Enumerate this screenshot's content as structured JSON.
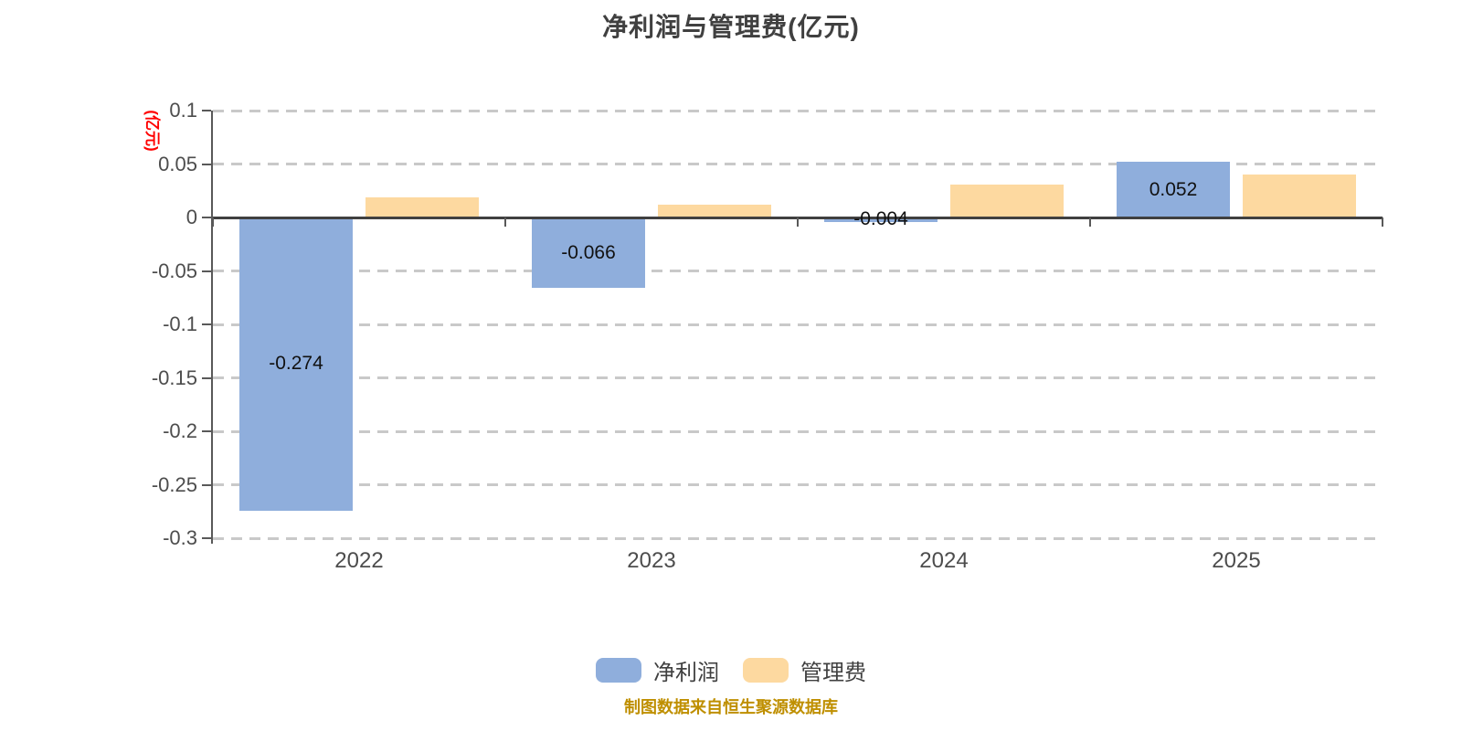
{
  "page": {
    "background": "#FFFFFF"
  },
  "chart_data": {
    "type": "bar",
    "title": "净利润与管理费(亿元)",
    "y_axis_label": "(亿元)",
    "y_axis_label_color": "#FF0000",
    "categories": [
      "2022",
      "2023",
      "2024",
      "2025"
    ],
    "series": [
      {
        "name": "净利润",
        "color": "#8FAEDC",
        "values": [
          -0.274,
          -0.066,
          -0.004,
          0.052
        ],
        "data_labels": [
          "-0.274",
          "-0.066",
          "-0.004",
          "0.052"
        ],
        "show_data_labels": true
      },
      {
        "name": "管理费",
        "color": "#FDD9A0",
        "values": [
          0.019,
          0.012,
          0.031,
          0.04
        ],
        "show_data_labels": false
      }
    ],
    "ylim": [
      -0.3,
      0.1
    ],
    "yticks": [
      {
        "label": "0.1",
        "value": 0.1
      },
      {
        "label": "0.05",
        "value": 0.05
      },
      {
        "label": "0",
        "value": 0
      },
      {
        "label": "-0.05",
        "value": -0.05
      },
      {
        "label": "-0.1",
        "value": -0.1
      },
      {
        "label": "-0.15",
        "value": -0.15
      },
      {
        "label": "-0.2",
        "value": -0.2
      },
      {
        "label": "-0.25",
        "value": -0.25
      },
      {
        "label": "-0.3",
        "value": -0.3
      }
    ],
    "grid": "horizontal-dashed",
    "gridline_color": "#C9C9C9",
    "axis_color": "#595959",
    "legend_position": "bottom-center",
    "footer_note": "制图数据来自恒生聚源数据库",
    "footer_color": "#BF8F00"
  }
}
